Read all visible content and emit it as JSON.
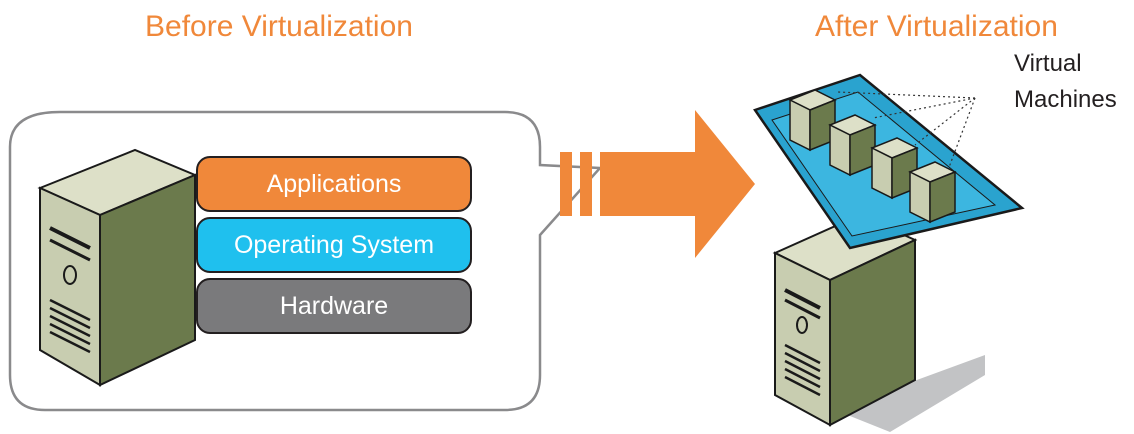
{
  "headings": {
    "before": "Before Virtualization",
    "after": "After Virtualization"
  },
  "vm_label": {
    "line1": "Virtual",
    "line2": "Machines"
  },
  "stack": {
    "applications": "Applications",
    "operating_system": "Operating System",
    "hardware": "Hardware"
  },
  "colors": {
    "orange": "#f0883a",
    "cyan": "#1fc0ee",
    "gray": "#7a7a7c",
    "server_body": "#6b7a4c",
    "server_face": "#c8cdb0",
    "platform": "#2aa3cf"
  },
  "icons": [
    "server-icon",
    "arrow-icon",
    "virtual-machine-icon"
  ]
}
